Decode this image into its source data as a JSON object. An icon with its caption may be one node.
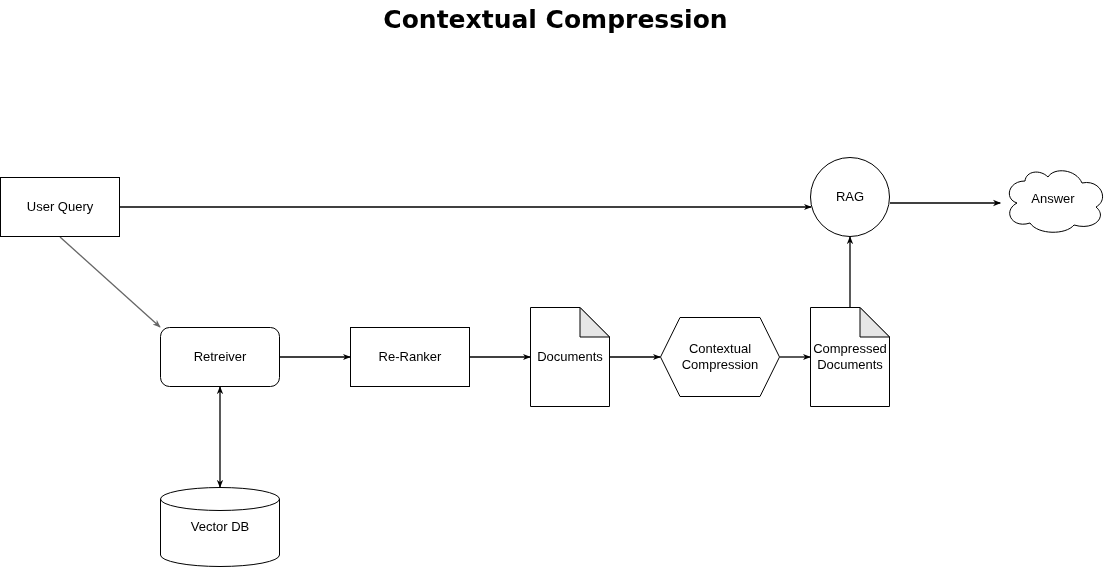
{
  "diagram": {
    "title": "Contextual Compression",
    "nodes": [
      {
        "text": [
          "User Query"
        ]
      },
      {
        "text": [
          "RAG"
        ]
      },
      {
        "text": [
          "Answer"
        ]
      },
      {
        "text": [
          "Retreiver"
        ]
      },
      {
        "text": [
          "Re-Ranker"
        ]
      },
      {
        "text": [
          "Documents"
        ]
      },
      {
        "text": [
          "Contextual Compression"
        ]
      },
      {
        "text": [
          "Compressed Documents"
        ]
      },
      {
        "text": [
          "Vector DB"
        ]
      }
    ],
    "edges": [
      {
        "from": 0,
        "to": 1,
        "arrow": "to"
      },
      {
        "from": 1,
        "to": 2,
        "arrow": "to"
      },
      {
        "from": 0,
        "to": 3,
        "arrow": "to",
        "color": "#666666"
      },
      {
        "from": 3,
        "to": 4,
        "arrow": "to"
      },
      {
        "from": 4,
        "to": 5,
        "arrow": "to"
      },
      {
        "from": 5,
        "to": 6,
        "arrow": "to"
      },
      {
        "from": 6,
        "to": 7,
        "arrow": "to"
      },
      {
        "from": 7,
        "to": 1,
        "arrow": "to"
      },
      {
        "from": 3,
        "to": 8,
        "arrow": "both"
      }
    ]
  }
}
